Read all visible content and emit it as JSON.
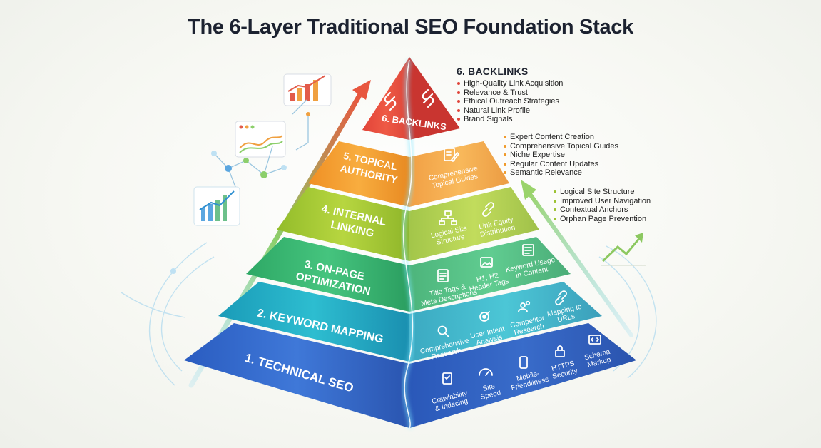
{
  "title": "The 6-Layer Traditional SEO Foundation Stack",
  "colors": {
    "layer1": "#2f5cb8",
    "layer2": "#1f9bb5",
    "layer3": "#2fae6a",
    "layer4": "#9cc232",
    "layer5": "#f09a2a",
    "layer6": "#e0443a",
    "glow": "#7fe6ff"
  },
  "layers": [
    {
      "label": "1. TECHNICAL SEO",
      "items": [
        {
          "text": "Crawlability\n& Indecing",
          "icon": "checklist-icon"
        },
        {
          "text": "Site\nSpeed",
          "icon": "speedometer-icon"
        },
        {
          "text": "Mobile-\nFriendliness",
          "icon": "smartphone-icon"
        },
        {
          "text": "HTTPS\nSecurity",
          "icon": "padlock-icon"
        },
        {
          "text": "Schema\nMarkup",
          "icon": "code-icon"
        }
      ]
    },
    {
      "label": "2. KEYWORD MAPPING",
      "items": [
        {
          "text": "Comprehensive\nResearch",
          "icon": "magnifier-icon"
        },
        {
          "text": "User Intent\nAnalysis",
          "icon": "target-icon"
        },
        {
          "text": "Competitor\nResearch",
          "icon": "users-icon"
        },
        {
          "text": "Mapping to\nURLs",
          "icon": "link-icon"
        }
      ]
    },
    {
      "label": "3. ON-PAGE\nOPTIMIZATION",
      "items": [
        {
          "text": "Title Tags &\nMeta Descriptions",
          "icon": "document-icon"
        },
        {
          "text": "H1, H2\nHeader Tags",
          "icon": "image-icon"
        },
        {
          "text": "Keyword Usage\nin Content",
          "icon": "list-icon"
        }
      ]
    },
    {
      "label": "4. INTERNAL\nLINKING",
      "items": [
        {
          "text": "Logical Site\nStructure",
          "icon": "sitemap-icon"
        },
        {
          "text": "Link Equity\nDistribution",
          "icon": "link-icon"
        }
      ]
    },
    {
      "label": "5. TOPICAL\nAUTHORITY",
      "items": [
        {
          "text": "Comprehensive\nTopical Guides",
          "icon": "edit-document-icon"
        }
      ]
    },
    {
      "label": "6. BACKLINKS",
      "items": []
    }
  ],
  "panels": {
    "backlinks": {
      "heading": "6. BACKLINKS",
      "items": [
        "High-Quality Link Acquisition",
        "Relevance & Trust",
        "Ethical Outreach Strategies",
        "Natural Link Profile",
        "Brand Signals"
      ]
    },
    "topical": {
      "items": [
        "Expert Content Creation",
        "Comprehensive Topical Guides",
        "Niche Expertise",
        "Regular Content Updates",
        "Semantic Relevance"
      ]
    },
    "internal": {
      "items": [
        "Logical Site Structure",
        "Improved User Navigation",
        "Contextual Anchors",
        "Orphan Page Prevention"
      ]
    }
  },
  "decor_icons": [
    "bar-chart-icon",
    "line-chart-icon",
    "growth-chart-icon",
    "trend-arrow-icon",
    "chain-link-icon"
  ]
}
